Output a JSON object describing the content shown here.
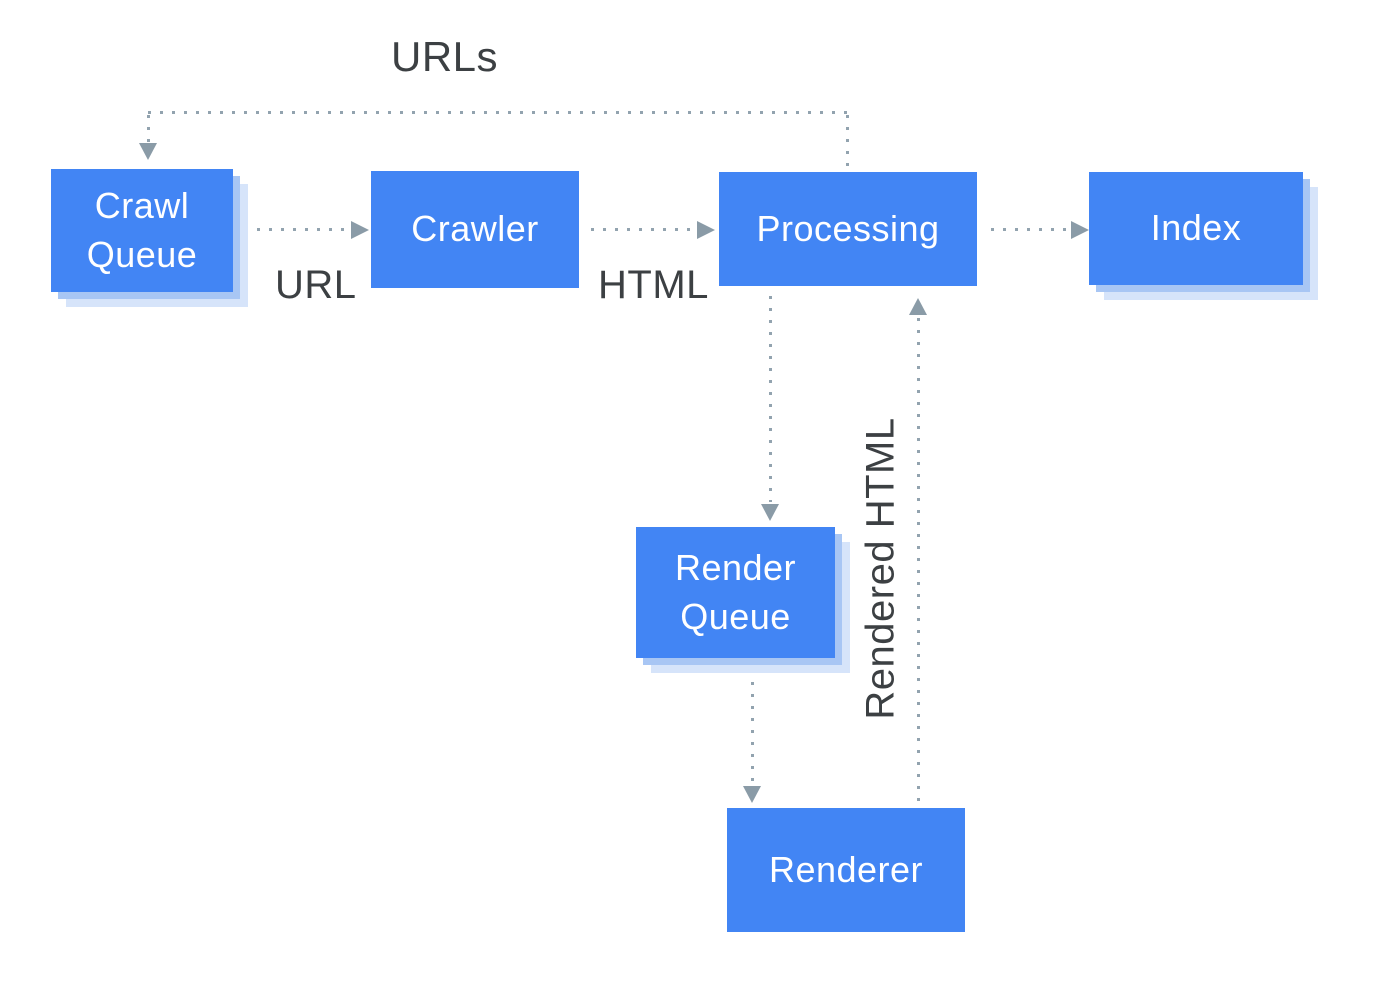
{
  "diagram": {
    "nodes": {
      "crawl_queue": {
        "label": "Crawl Queue",
        "has_shadow": true
      },
      "crawler": {
        "label": "Crawler",
        "has_shadow": false
      },
      "processing": {
        "label": "Processing",
        "has_shadow": false
      },
      "index": {
        "label": "Index",
        "has_shadow": true
      },
      "render_queue": {
        "label": "Render Queue",
        "has_shadow": true
      },
      "renderer": {
        "label": "Renderer",
        "has_shadow": false
      }
    },
    "edges": [
      {
        "from": "processing",
        "to": "crawl_queue",
        "label": "URLs"
      },
      {
        "from": "crawl_queue",
        "to": "crawler",
        "label": "URL"
      },
      {
        "from": "crawler",
        "to": "processing",
        "label": "HTML"
      },
      {
        "from": "processing",
        "to": "index",
        "label": ""
      },
      {
        "from": "processing",
        "to": "render_queue",
        "label": ""
      },
      {
        "from": "render_queue",
        "to": "renderer",
        "label": ""
      },
      {
        "from": "renderer",
        "to": "processing",
        "label": "Rendered HTML"
      }
    ],
    "edge_labels": {
      "urls": "URLs",
      "url": "URL",
      "html": "HTML",
      "rendered_html": "Rendered HTML"
    },
    "colors": {
      "node_fill": "#4285F4",
      "node_text": "#FFFFFF",
      "shadow_inner": "#A8C6F4",
      "shadow_outer": "#D6E4FA",
      "dotted_line": "#92A3AF",
      "arrowhead": "#8A9BA7",
      "label_text": "#3C4043",
      "background": "#FFFFFF"
    }
  }
}
